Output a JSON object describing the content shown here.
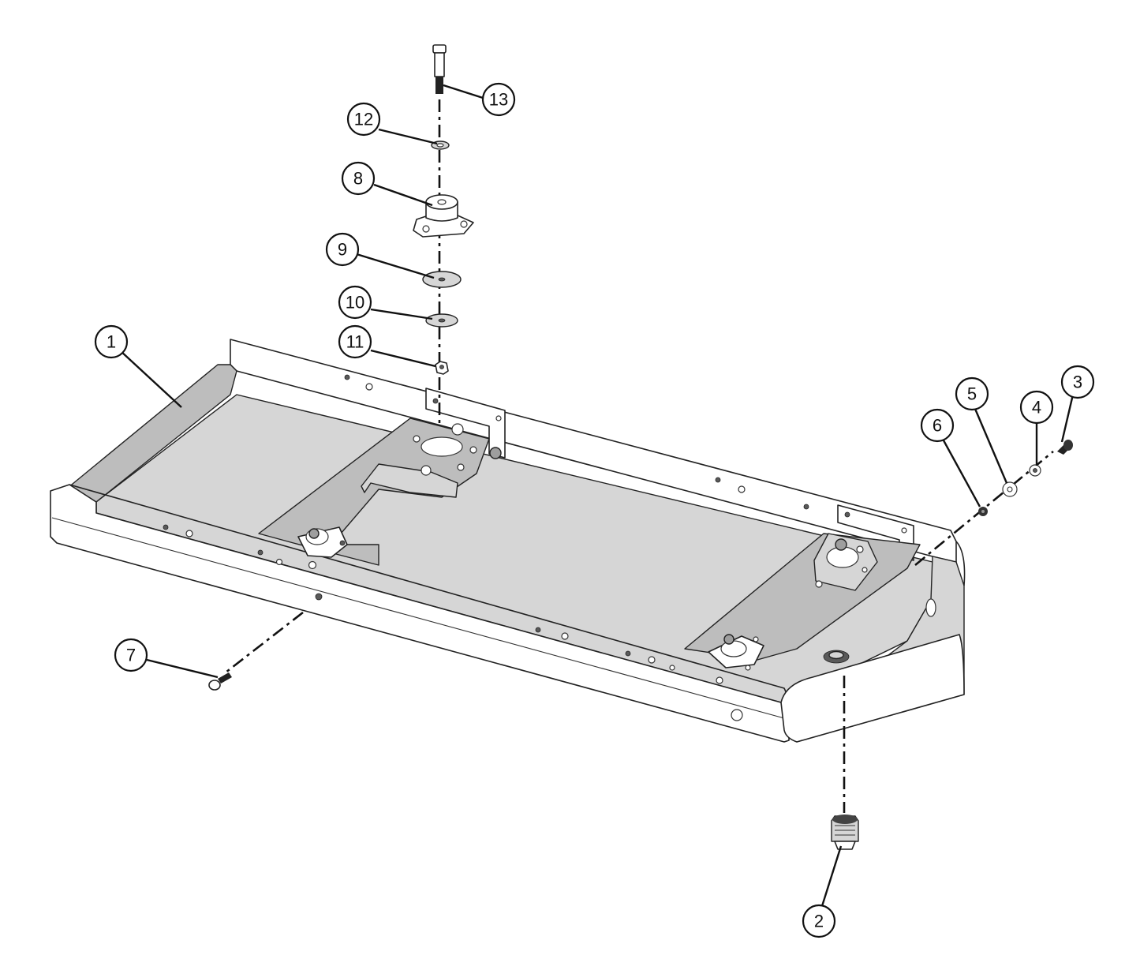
{
  "diagram": {
    "callouts": [
      {
        "id": "1",
        "label": "1"
      },
      {
        "id": "2",
        "label": "2"
      },
      {
        "id": "3",
        "label": "3"
      },
      {
        "id": "4",
        "label": "4"
      },
      {
        "id": "5",
        "label": "5"
      },
      {
        "id": "6",
        "label": "6"
      },
      {
        "id": "7",
        "label": "7"
      },
      {
        "id": "8",
        "label": "8"
      },
      {
        "id": "9",
        "label": "9"
      },
      {
        "id": "10",
        "label": "10"
      },
      {
        "id": "11",
        "label": "11"
      },
      {
        "id": "12",
        "label": "12"
      },
      {
        "id": "13",
        "label": "13"
      }
    ],
    "colors": {
      "line": "#111111",
      "tray_floor": "#d6d6d6",
      "bracket": "#bdbdbd",
      "background": "#ffffff"
    }
  }
}
